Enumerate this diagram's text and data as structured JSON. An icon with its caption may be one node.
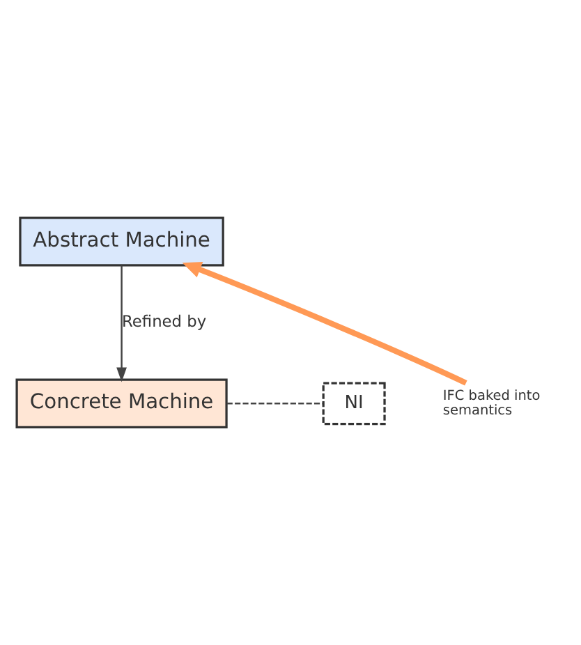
{
  "diagram": {
    "nodes": [
      {
        "text": [
          "Abstract Machine"
        ]
      },
      {
        "text": [
          "Concrete Machine"
        ]
      },
      {
        "text": [
          "NI"
        ]
      },
      {
        "text": [
          "IFC baked into semantics"
        ]
      }
    ],
    "edges": [
      {
        "from": 0,
        "to": 1,
        "arrow": "to",
        "label": "Refined by"
      },
      {
        "from": 1,
        "to": 2,
        "arrow": "none",
        "style": "dashed"
      },
      {
        "from": 3,
        "to": 0,
        "arrow": "to",
        "style": "thick",
        "color": "#ff9955"
      }
    ]
  }
}
